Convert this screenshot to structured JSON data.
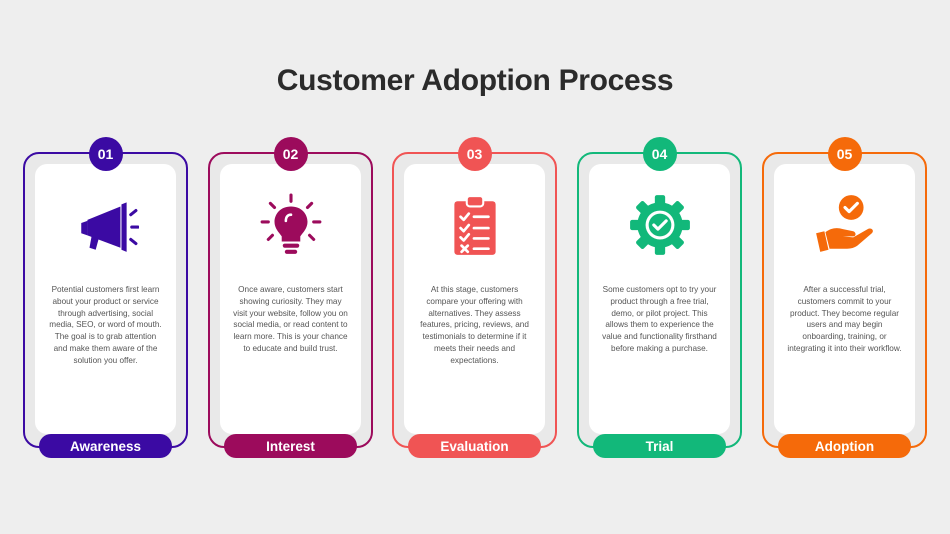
{
  "title": "Customer Adoption Process",
  "colors": {
    "awareness": "#3b0aa3",
    "interest": "#9c0b5c",
    "evaluation": "#f05454",
    "trial": "#12b87a",
    "adoption": "#f56a0a"
  },
  "steps": [
    {
      "number": "01",
      "label": "Awareness",
      "icon": "megaphone-icon",
      "description": "Potential customers first learn about your product or service through advertising, social media, SEO, or word of mouth. The goal is to grab attention and make them aware of the solution you offer."
    },
    {
      "number": "02",
      "label": "Interest",
      "icon": "lightbulb-icon",
      "description": "Once aware, customers start showing curiosity. They may visit your website, follow you on social media, or read content to learn more. This is your chance to educate and build trust."
    },
    {
      "number": "03",
      "label": "Evaluation",
      "icon": "clipboard-checklist-icon",
      "description": "At this stage, customers compare your offering with alternatives. They assess features, pricing, reviews, and testimonials to determine if it meets their needs and expectations."
    },
    {
      "number": "04",
      "label": "Trial",
      "icon": "gear-check-icon",
      "description": "Some customers opt to try your product through a free trial, demo, or pilot project. This allows them to experience the value and functionality firsthand before making a purchase."
    },
    {
      "number": "05",
      "label": "Adoption",
      "icon": "hand-check-icon",
      "description": "After a successful trial, customers commit to your product. They become regular users and may begin onboarding, training, or integrating it into their workflow."
    }
  ]
}
